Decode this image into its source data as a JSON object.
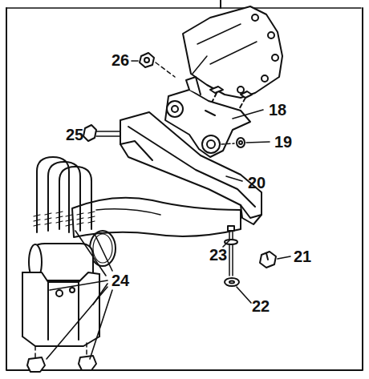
{
  "diagram": {
    "labels": [
      "26",
      "25",
      "18",
      "19",
      "20",
      "24",
      "23",
      "21",
      "22"
    ]
  }
}
